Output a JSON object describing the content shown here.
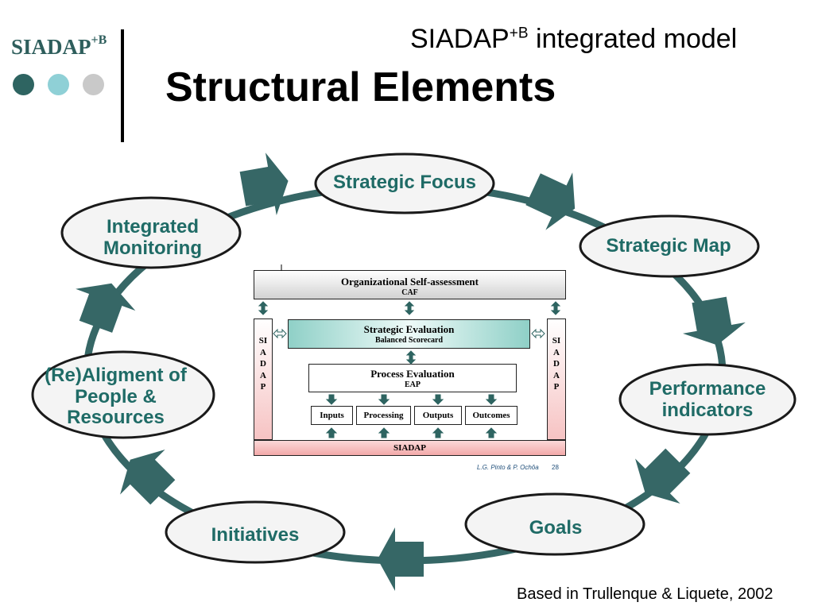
{
  "header": {
    "logo_text": "SIADAP",
    "logo_sup": "+B",
    "subtitle_main": "SIADAP",
    "subtitle_sup": "+B",
    "subtitle_rest": " integrated model",
    "title": "Structural Elements",
    "dot_colors": [
      "#2e6461",
      "#8fd0d6",
      "#c9c9c9"
    ]
  },
  "cycle": {
    "color": "#366766",
    "nodes": [
      {
        "label": "Strategic Focus"
      },
      {
        "label": "Strategic Map"
      },
      {
        "label": "Performance indicators"
      },
      {
        "label": "Goals"
      },
      {
        "label": "Initiatives"
      },
      {
        "label": "(Re)Aligment of People & Resources"
      },
      {
        "label": "Integrated Monitoring"
      }
    ]
  },
  "inner": {
    "caf_title": "Organizational Self-assessment",
    "caf_sub": "CAF",
    "bsc_title": "Strategic Evaluation",
    "bsc_sub": "Balanced Scorecard",
    "eap_title": "Process Evaluation",
    "eap_sub": "EAP",
    "side_label": "SIADAP",
    "bottom_label": "SIADAP",
    "stages": [
      "Inputs",
      "Processing",
      "Outputs",
      "Outcomes"
    ],
    "credit": "L.G. Pinto & P. Ochôa",
    "page": "28"
  },
  "footer": "Based in Trullenque & Liquete, 2002"
}
